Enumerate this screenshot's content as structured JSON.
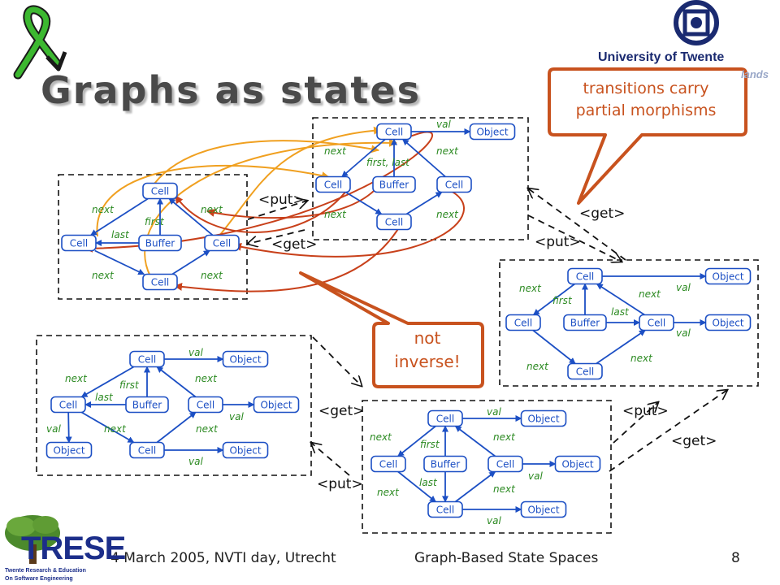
{
  "slide": {
    "title": "Graphs as states",
    "footer_date": "4 March 2005, NVTI day, Utrecht",
    "footer_center": "Graph-Based State Spaces",
    "page_number": "8",
    "university": "University of Twente",
    "university_tail": "lands",
    "trese": "TRESE",
    "trese_line1": "Twente Research & Education",
    "trese_line2": "On Software Engineering"
  },
  "callouts": {
    "transitions": [
      "transitions carry",
      "partial morphisms"
    ],
    "not_inverse": [
      "not",
      "inverse!"
    ]
  },
  "transition_labels": {
    "put": "<put>",
    "get": "<get>"
  },
  "node_labels": {
    "cell": "Cell",
    "buffer": "Buffer",
    "object": "Object"
  },
  "edge_labels": {
    "next": "next",
    "first": "first",
    "last": "last",
    "val": "val",
    "first_last": "first, last"
  },
  "colors": {
    "node_stroke": "#1c4fc4",
    "node_text": "#1c4fc4",
    "edge_label": "#2c8a22",
    "orange_arrow": "#f0a020",
    "red_arrow": "#c8401a",
    "callout": "#c8521e"
  }
}
